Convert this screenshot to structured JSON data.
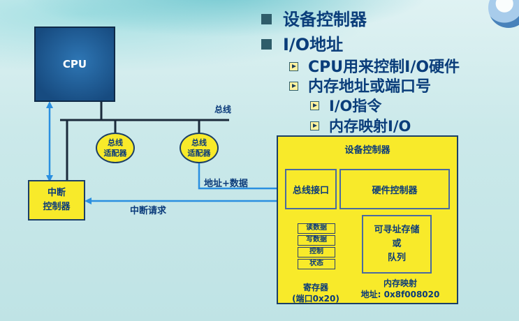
{
  "bullets": {
    "level1": [
      "设备控制器",
      "I/O地址"
    ],
    "level2": [
      "CPU用来控制I/O硬件",
      "内存地址或端口号"
    ],
    "level3": [
      "I/O指令",
      "内存映射I/O"
    ]
  },
  "diagram": {
    "cpu": "CPU",
    "bus": "总线",
    "adapter_line1": "总线",
    "adapter_line2": "适配器",
    "interrupt_controller": [
      "中断",
      "控制器"
    ],
    "address_data": "地址+数据",
    "interrupt_request": "中断请求",
    "device_controller": {
      "title": "设备控制器",
      "bus_interface": "总线接口",
      "hardware_controller": "硬件控制器",
      "registers": [
        "读数据",
        "写数据",
        "控制",
        "状态"
      ],
      "register_caption": [
        "寄存器",
        "(端口0x20)"
      ],
      "storage": [
        "可寻址存储",
        "或",
        "队列"
      ],
      "mmap_caption": [
        "内存映射",
        "地址: 0x8f008020"
      ]
    }
  }
}
